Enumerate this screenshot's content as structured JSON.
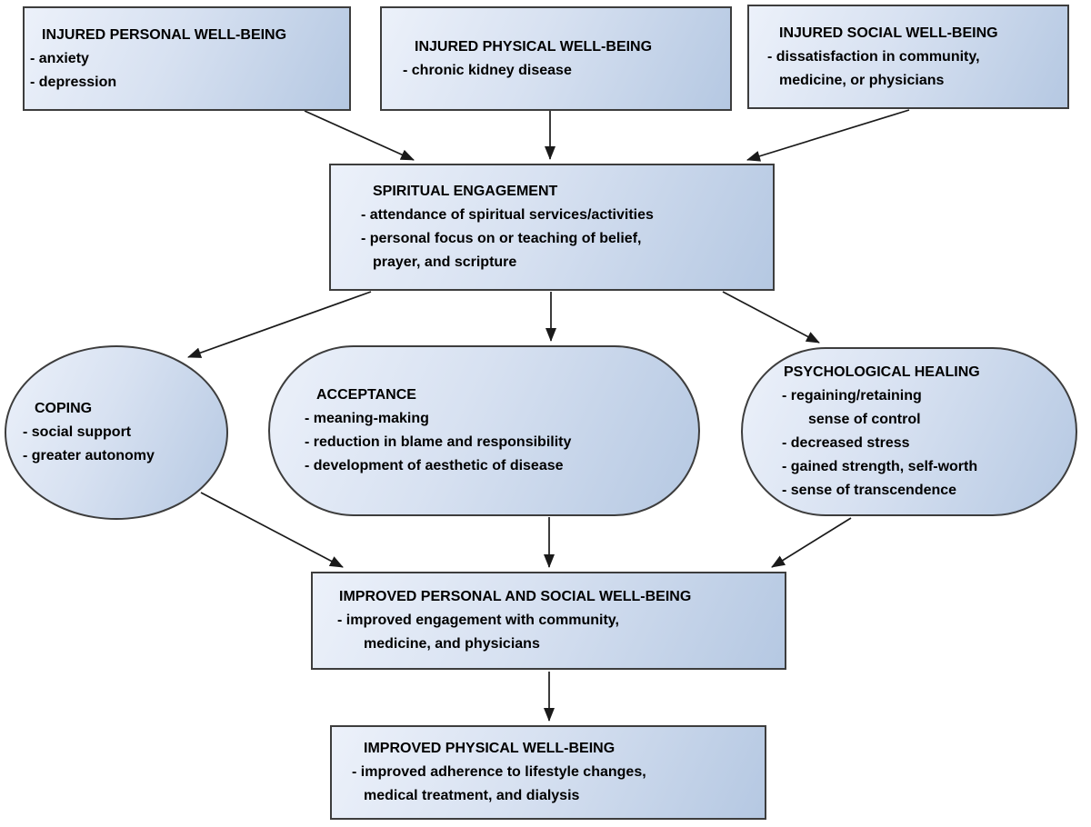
{
  "diagram": {
    "title": "Spiritual engagement and well-being flow diagram",
    "colors": {
      "background": "#ffffff",
      "shape_fill_light": "#ecf1fa",
      "shape_fill_dark": "#b5c8e2",
      "shape_border": "#3d3d3d",
      "arrow": "#1a1a1a",
      "text": "#000000"
    },
    "nodes": [
      {
        "id": "injured-personal",
        "shape": "rectangle",
        "lines": [
          {
            "kind": "title",
            "text": "INJURED PERSONAL WELL-BEING"
          },
          {
            "kind": "bullet",
            "text": "- anxiety"
          },
          {
            "kind": "bullet",
            "text": "- depression"
          }
        ]
      },
      {
        "id": "injured-physical",
        "shape": "rectangle",
        "lines": [
          {
            "kind": "title",
            "text": "INJURED PHYSICAL WELL-BEING"
          },
          {
            "kind": "bullet",
            "text": "- chronic kidney disease"
          }
        ]
      },
      {
        "id": "injured-social",
        "shape": "rectangle",
        "lines": [
          {
            "kind": "title",
            "text": "INJURED SOCIAL WELL-BEING"
          },
          {
            "kind": "bullet",
            "text": "- dissatisfaction in community,"
          },
          {
            "kind": "cont",
            "text": "medicine, or physicians"
          }
        ]
      },
      {
        "id": "spiritual-engagement",
        "shape": "rectangle",
        "lines": [
          {
            "kind": "title",
            "text": "SPIRITUAL ENGAGEMENT"
          },
          {
            "kind": "bullet",
            "text": "- attendance of spiritual services/activities"
          },
          {
            "kind": "bullet",
            "text": "- personal focus on or teaching of belief,"
          },
          {
            "kind": "cont",
            "text": "prayer, and scripture"
          }
        ]
      },
      {
        "id": "coping",
        "shape": "ellipse",
        "lines": [
          {
            "kind": "title",
            "text": "COPING"
          },
          {
            "kind": "bullet",
            "text": "- social support"
          },
          {
            "kind": "bullet",
            "text": "- greater autonomy"
          }
        ]
      },
      {
        "id": "acceptance",
        "shape": "stadium",
        "lines": [
          {
            "kind": "title",
            "text": "ACCEPTANCE"
          },
          {
            "kind": "bullet",
            "text": "- meaning-making"
          },
          {
            "kind": "bullet",
            "text": "- reduction in blame and responsibility"
          },
          {
            "kind": "bullet",
            "text": "- development of aesthetic of disease"
          }
        ]
      },
      {
        "id": "psychological-healing",
        "shape": "stadium",
        "lines": [
          {
            "kind": "title",
            "text": "PSYCHOLOGICAL HEALING"
          },
          {
            "kind": "bullet",
            "text": "- regaining/retaining"
          },
          {
            "kind": "cont",
            "text": "sense of control"
          },
          {
            "kind": "bullet",
            "text": "- decreased stress"
          },
          {
            "kind": "bullet",
            "text": "- gained strength, self-worth"
          },
          {
            "kind": "bullet",
            "text": "- sense of transcendence"
          }
        ]
      },
      {
        "id": "improved-personal-social",
        "shape": "rectangle",
        "lines": [
          {
            "kind": "title",
            "text": "IMPROVED PERSONAL AND SOCIAL WELL-BEING"
          },
          {
            "kind": "bullet",
            "text": "- improved engagement with community,"
          },
          {
            "kind": "cont",
            "text": "medicine, and physicians"
          }
        ]
      },
      {
        "id": "improved-physical",
        "shape": "rectangle",
        "lines": [
          {
            "kind": "title",
            "text": "IMPROVED PHYSICAL WELL-BEING"
          },
          {
            "kind": "bullet",
            "text": "- improved adherence to lifestyle changes,"
          },
          {
            "kind": "cont",
            "text": "medical treatment, and dialysis"
          }
        ]
      }
    ],
    "edges": [
      {
        "from": "injured-personal",
        "to": "spiritual-engagement"
      },
      {
        "from": "injured-physical",
        "to": "spiritual-engagement"
      },
      {
        "from": "injured-social",
        "to": "spiritual-engagement"
      },
      {
        "from": "spiritual-engagement",
        "to": "coping"
      },
      {
        "from": "spiritual-engagement",
        "to": "acceptance"
      },
      {
        "from": "spiritual-engagement",
        "to": "psychological-healing"
      },
      {
        "from": "coping",
        "to": "improved-personal-social"
      },
      {
        "from": "acceptance",
        "to": "improved-personal-social"
      },
      {
        "from": "psychological-healing",
        "to": "improved-personal-social"
      },
      {
        "from": "improved-personal-social",
        "to": "improved-physical"
      }
    ]
  }
}
